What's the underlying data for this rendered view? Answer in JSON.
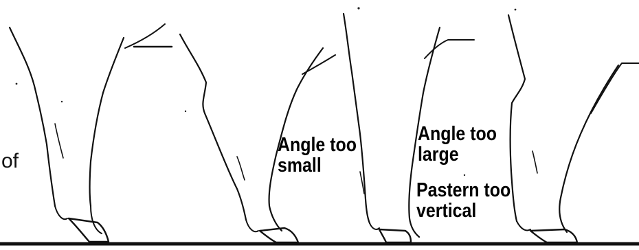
{
  "labels": {
    "small_angle": [
      "Angle too",
      "small"
    ],
    "large_angle": [
      "Angle too",
      "large"
    ],
    "vertical_pastern": [
      "Pastern too",
      "vertical"
    ]
  },
  "fragment_text": "of",
  "colors": {
    "ink": "#111111",
    "paper": "#ffffff"
  }
}
